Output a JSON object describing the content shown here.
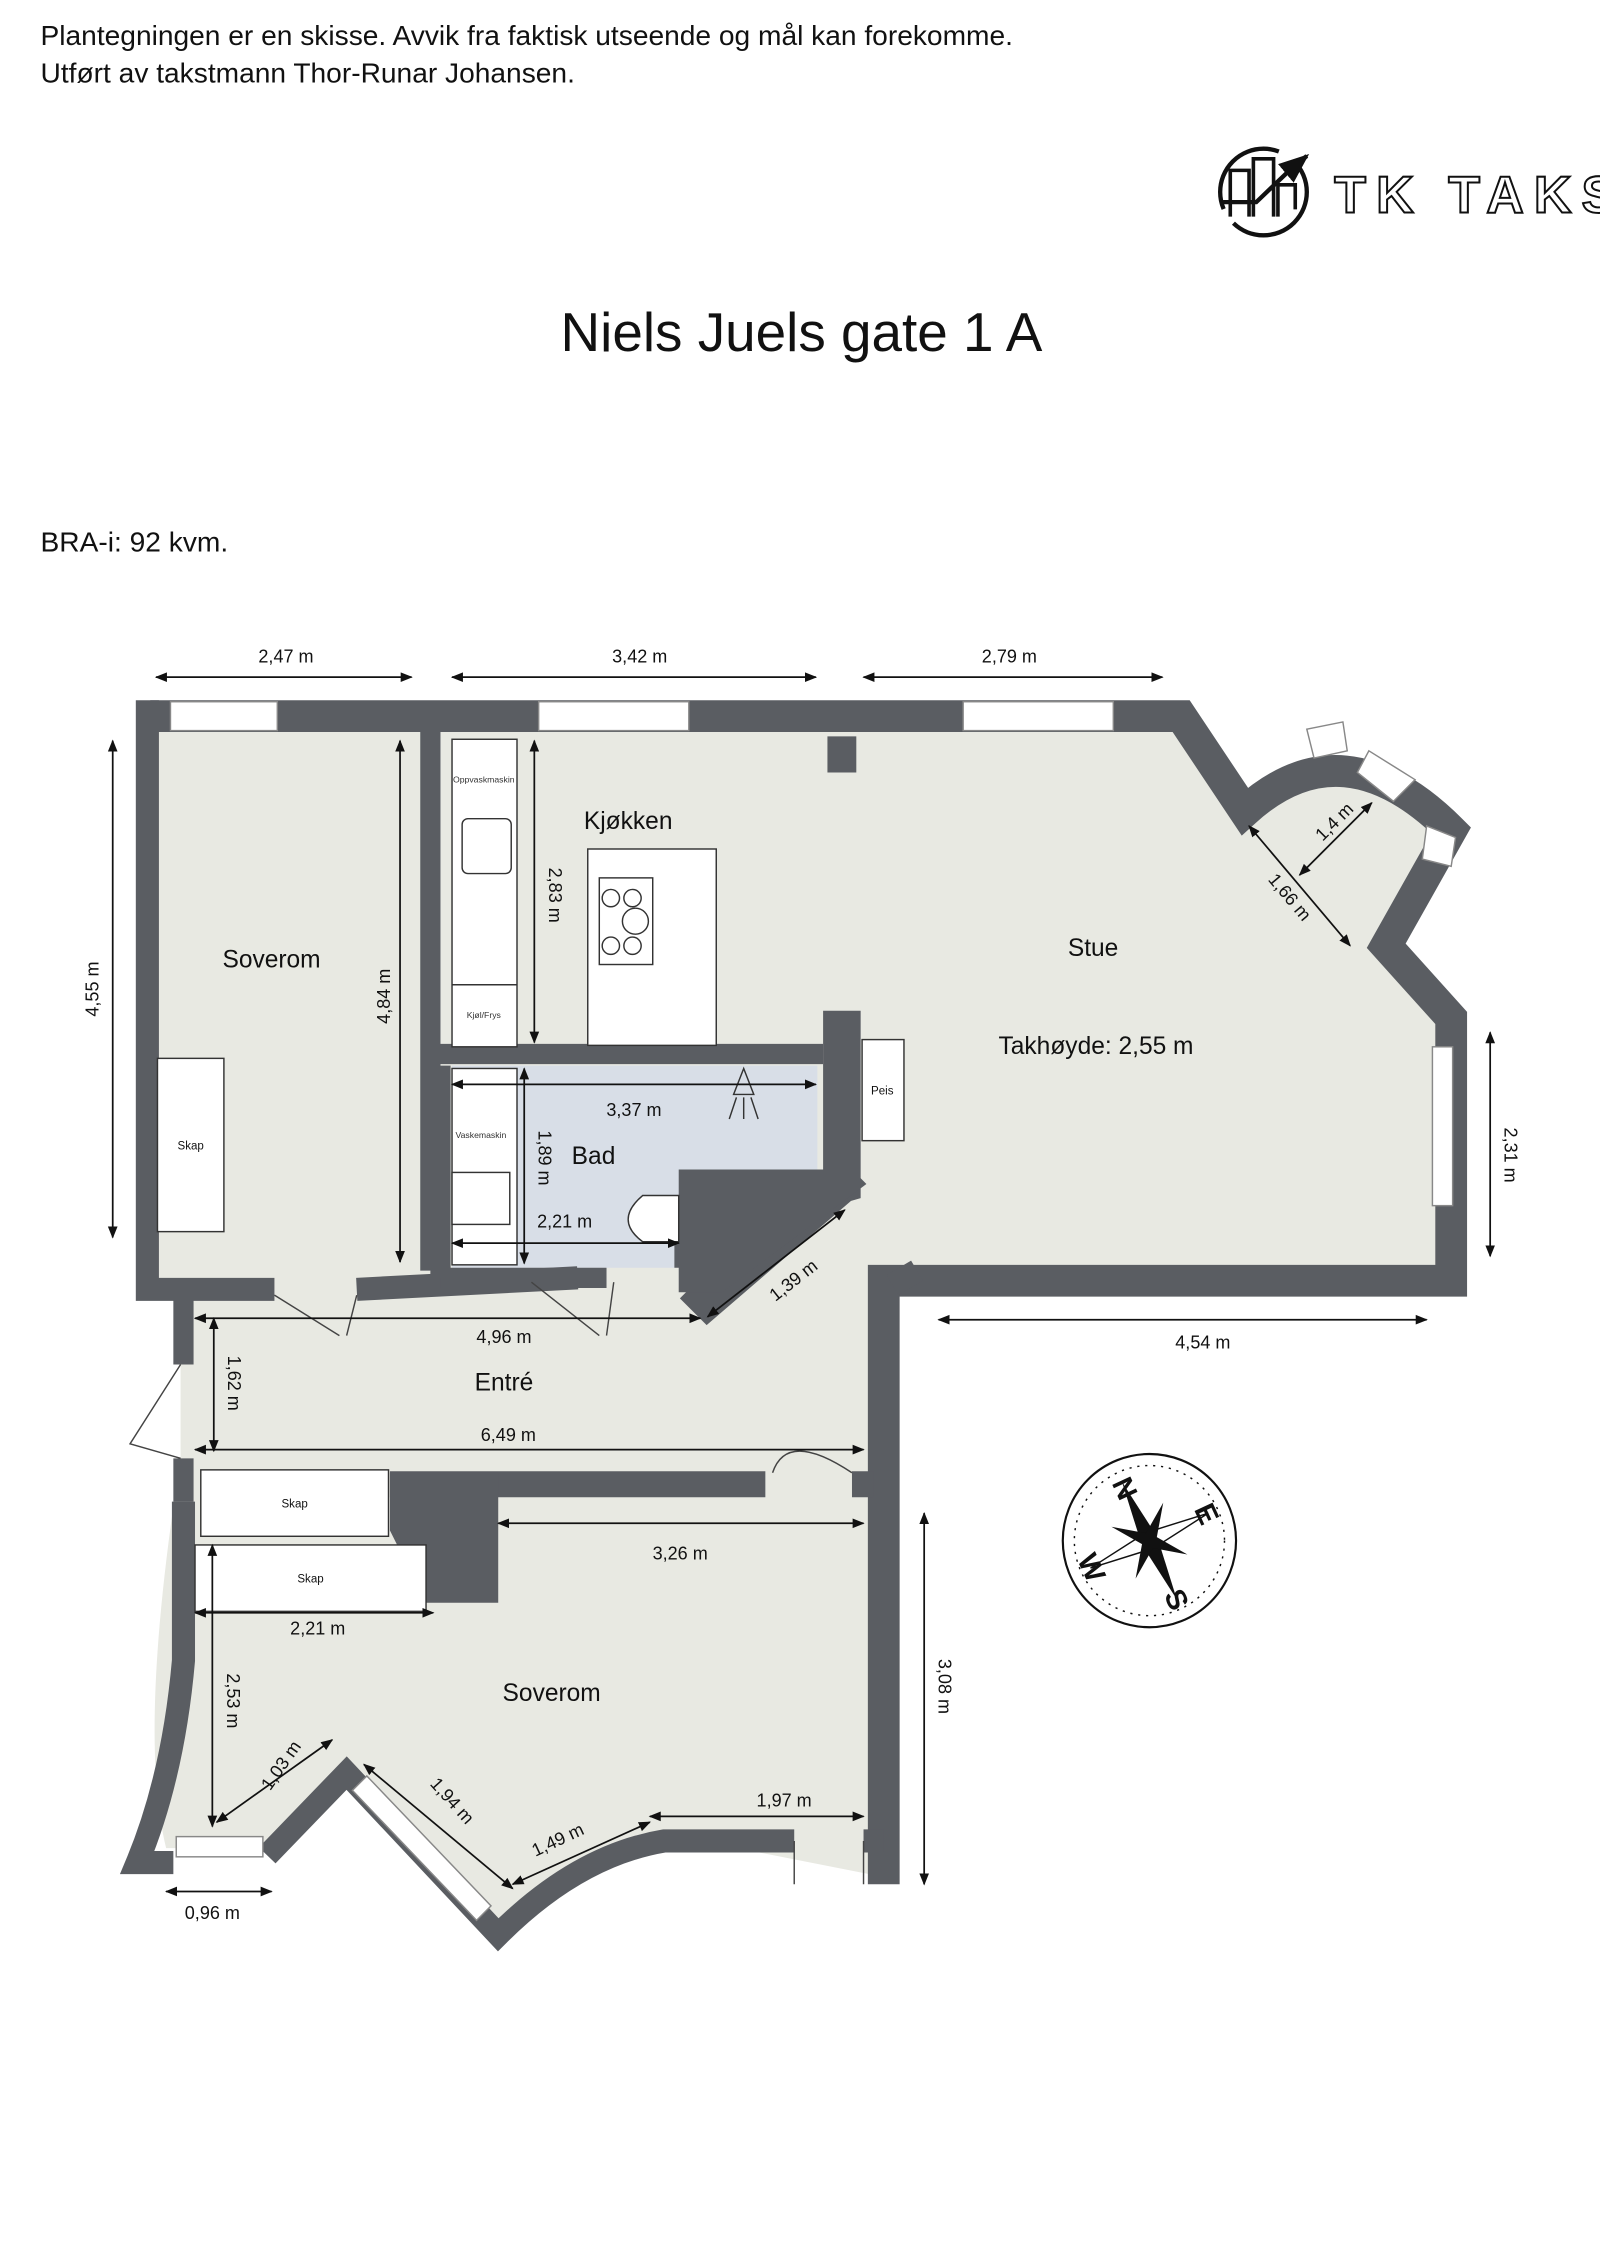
{
  "header": {
    "disclaimer_line1": "Plantegningen er en skisse. Avvik fra faktisk utseende og mål kan forekomme.",
    "disclaimer_line2": "Utført av takstmann Thor-Runar Johansen.",
    "logo_text": "TK TAKST"
  },
  "title": "Niels Juels gate 1 A",
  "area": "BRA-i: 92 kvm.",
  "colors": {
    "wall": "#5a5d62",
    "floor": "#e8e9e2",
    "bathroom_floor": "#d8dee7"
  },
  "rooms": {
    "soverom1": "Soverom",
    "kjokken": "Kjøkken",
    "stue": "Stue",
    "takhoyde": "Takhøyde: 2,55 m",
    "bad": "Bad",
    "entre": "Entré",
    "soverom2": "Soverom"
  },
  "fixtures": {
    "oppvaskmaskin": "Oppvaskmaskin",
    "kjolfrys": "Kjøl/Frys",
    "vaskemaskin": "Vaskemaskin",
    "skap1": "Skap",
    "skap2": "Skap",
    "skap3": "Skap",
    "peis": "Peis"
  },
  "dimensions": {
    "top_soverom": "2,47 m",
    "top_kjokken": "3,42 m",
    "top_stue": "2,79 m",
    "soverom_outer_height": "4,55 m",
    "soverom_height": "4,84 m",
    "kjokken_height": "2,83 m",
    "bay_depth": "1,4 m",
    "bay_diagonal": "1,66 m",
    "bad_width": "3,37 m",
    "bad_height": "1,89 m",
    "bad_lower_width": "2,21 m",
    "diagonal_stue": "1,39 m",
    "stue_right_height": "2,31 m",
    "stue_bottom": "4,54 m",
    "entre_top": "4,96 m",
    "entre_height": "1,62 m",
    "entre_bottom": "6,49 m",
    "soverom2_top": "3,26 m",
    "soverom2_skap_width": "2,21 m",
    "soverom2_left_height": "2,53 m",
    "soverom2_diag1": "1,03 m",
    "soverom2_diag2": "1,94 m",
    "soverom2_arc": "1,49 m",
    "soverom2_bottom": "1,97 m",
    "soverom2_right_height": "3,08 m",
    "window_bottom_left": "0,96 m"
  },
  "compass": {
    "n": "N",
    "e": "E",
    "s": "S",
    "w": "W"
  }
}
